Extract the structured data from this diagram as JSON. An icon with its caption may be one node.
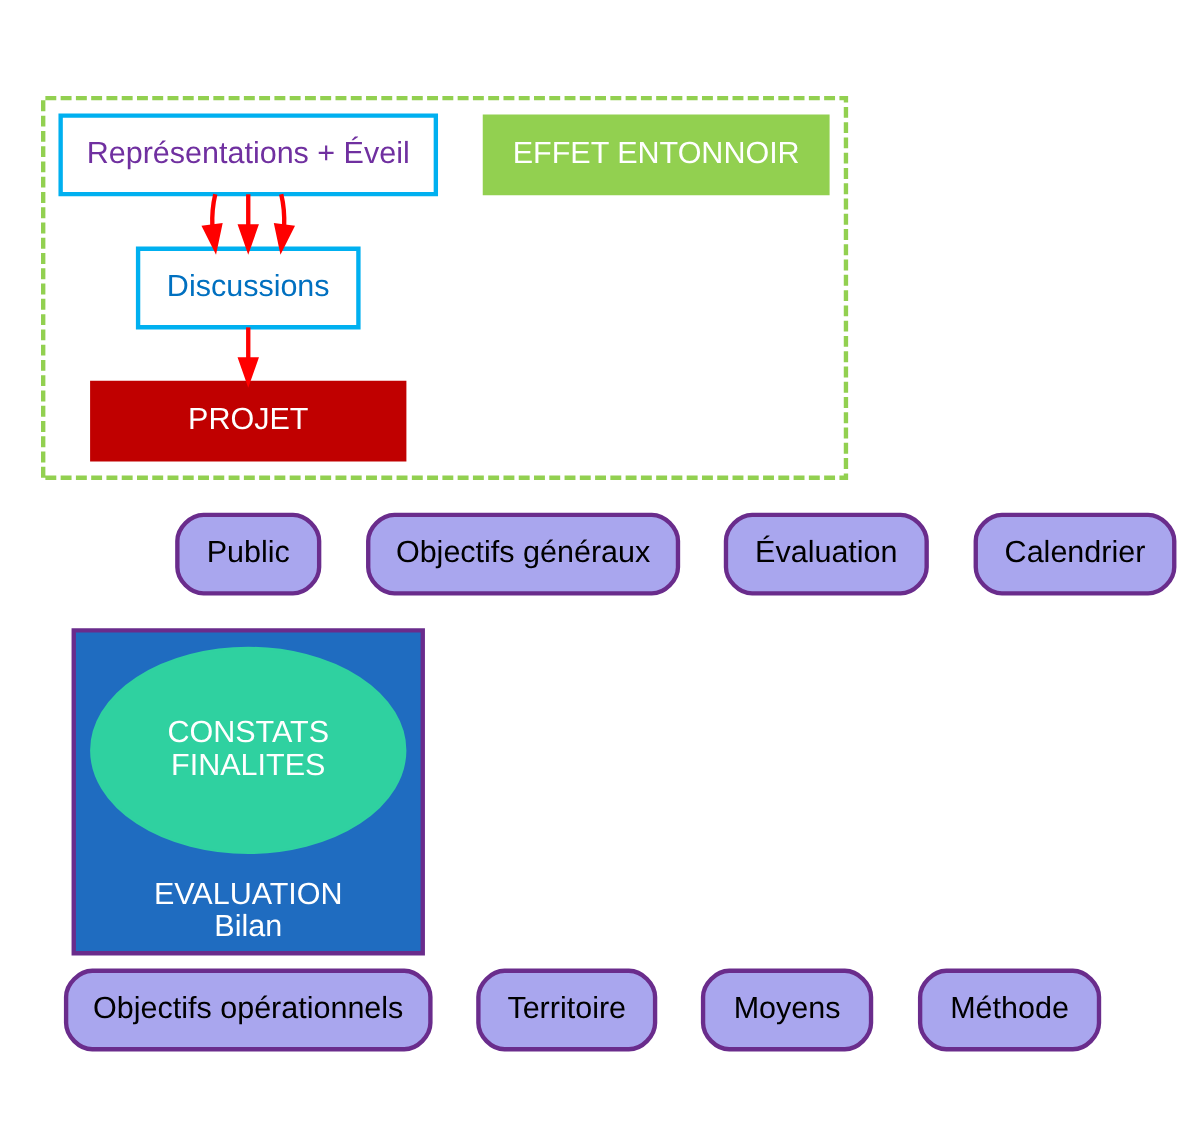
{
  "diagram": {
    "nodes": [
      {
        "text": [],
        "shape": "box"
      },
      {
        "text": [
          "EFFET ENTONNOIR"
        ],
        "in": 0
      },
      {
        "text": [
          "Représentations + Éveil"
        ],
        "in": 0
      },
      {
        "text": [
          "Discussions"
        ],
        "in": 0
      },
      {
        "text": [
          "PROJET"
        ],
        "in": 0
      },
      {
        "text": [
          "EVALUATION",
          "Bilan"
        ]
      },
      {
        "text": [
          "CONSTATS",
          "FINALITES"
        ],
        "in": 5
      },
      {
        "text": [
          "Objectifs généraux"
        ]
      },
      {
        "text": [
          "Évaluation"
        ]
      },
      {
        "text": [
          "Public"
        ]
      },
      {
        "text": [
          "Calendrier"
        ]
      },
      {
        "text": [
          "Territoire"
        ]
      },
      {
        "text": [
          "Moyens"
        ]
      },
      {
        "text": [
          "Objectifs opérationnels"
        ]
      },
      {
        "text": [
          "Méthode"
        ]
      }
    ],
    "edges": [
      {
        "from": 2,
        "to": 3,
        "arrow": "to"
      },
      {
        "from": 2,
        "to": 3,
        "arrow": "to"
      },
      {
        "from": 2,
        "to": 3,
        "arrow": "to"
      },
      {
        "from": 3,
        "to": 4,
        "arrow": "to"
      }
    ]
  }
}
